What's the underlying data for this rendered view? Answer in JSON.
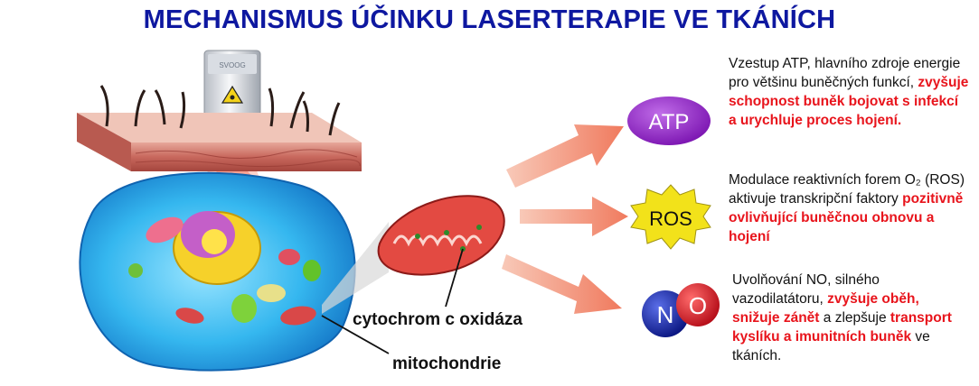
{
  "title": "MECHANISMUS ÚČINKU LASERTERAPIE VE TKÁNÍCH",
  "labels": {
    "cytochrome": "cytochrom c oxidáza",
    "mitochondria": "mitochondrie"
  },
  "badges": {
    "atp": "ATP",
    "ros": "ROS",
    "no_n": "N",
    "no_o": "O"
  },
  "blocks": {
    "atp": {
      "plain1": "Vzestup ATP, hlavního zdroje energie pro většinu buněčných funkcí, ",
      "red1": "zvyšuje schopnost buněk bojovat s infekcí a urychluje proces hojení."
    },
    "ros": {
      "plain1": "Modulace reaktivních forem O₂ (ROS) aktivuje transkripční faktory ",
      "red1": "pozitivně ovlivňující buněčnou obnovu a hojení"
    },
    "no": {
      "plain1": "Uvolňování NO, silného vazodilatátoru, ",
      "red1": "zvyšuje oběh, snižuje zánět",
      "plain2": " a zlepšuje ",
      "red2": "transport kyslíku a imunitních buněk",
      "plain3": " ve tkáních."
    }
  },
  "colors": {
    "title": "#0e18a0",
    "highlight": "#e8141c",
    "atp_badge": "#8a1fc0",
    "ros_badge": "#f2e21a",
    "arrow": "#f08a72"
  },
  "icons": {
    "laser": "laser-device-icon",
    "skin": "skin-tissue-icon",
    "cell": "cell-icon",
    "mitochondrion": "mitochondrion-icon"
  }
}
